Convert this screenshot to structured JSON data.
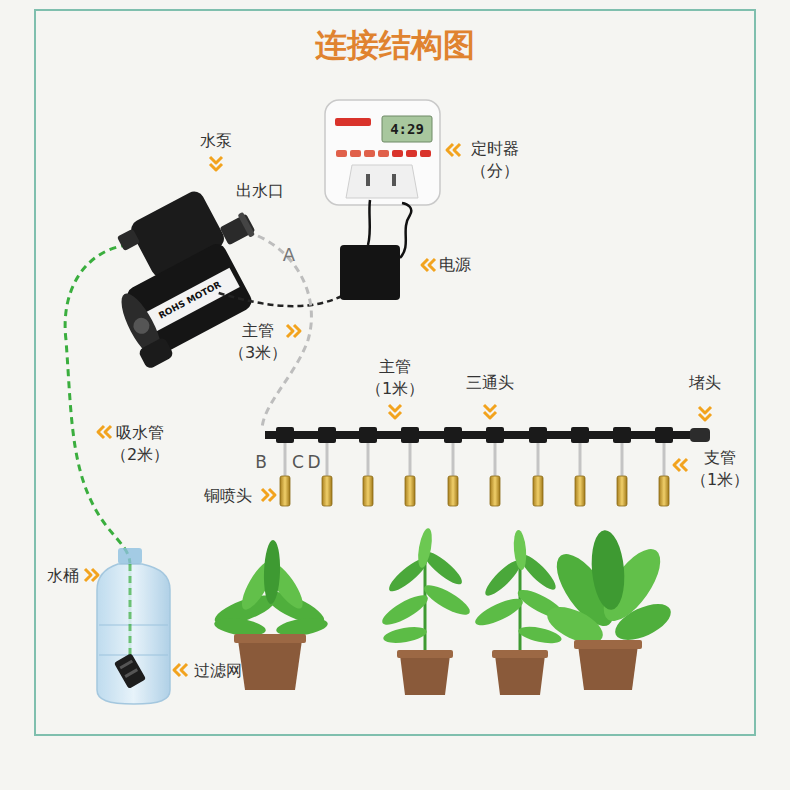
{
  "diagram": {
    "title": "连接结构图",
    "labels": [
      "水泵",
      "出水口",
      "A",
      "定时器 （分）",
      "4:29",
      "电源",
      "主管 （3米）",
      "ROHS MOTOR",
      "主管 （1米）",
      "三通头",
      "堵头",
      "B",
      "C",
      "D",
      "支管 （1米）",
      "铜喷头",
      "吸水管 （2米）",
      "水桶",
      "过滤网"
    ]
  }
}
